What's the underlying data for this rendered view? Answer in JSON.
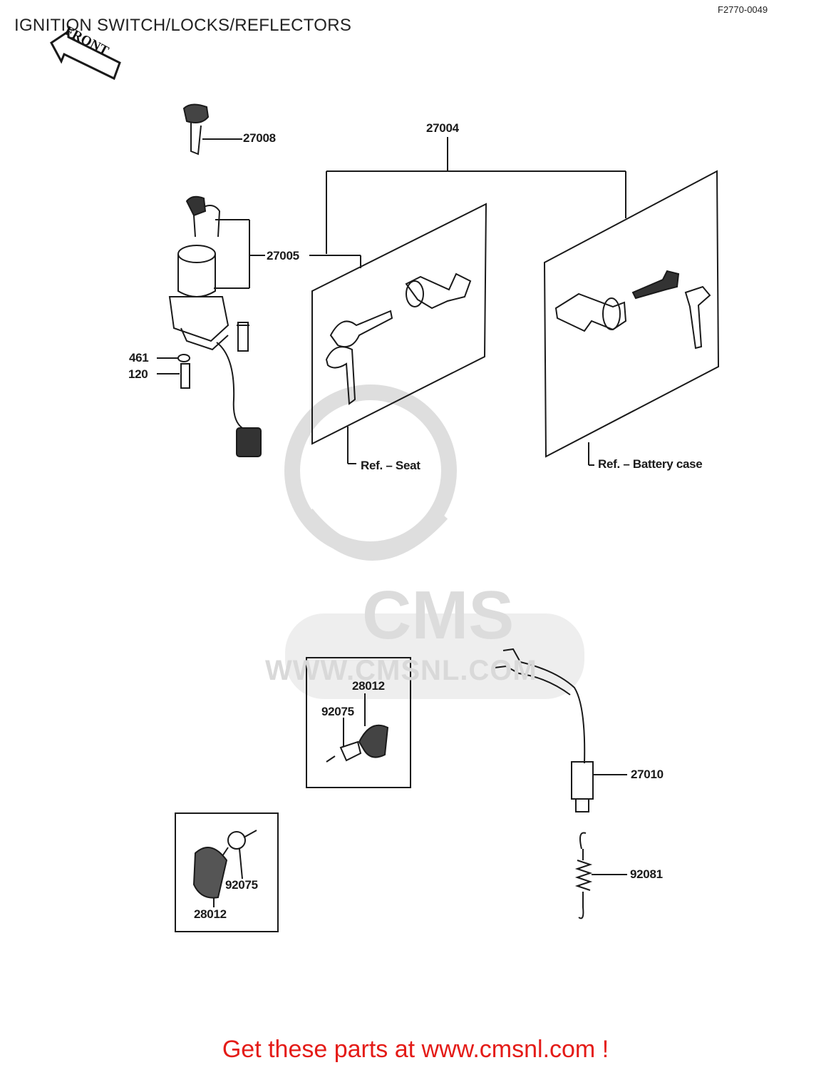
{
  "title": "IGNITION SWITCH/LOCKS/REFLECTORS",
  "figure_code": "F2770-0049",
  "front_label": "FRONT",
  "watermark": {
    "brand": "CMS",
    "url": "WWW.CMSNL.COM"
  },
  "callouts": {
    "p27008": "27008",
    "p27004": "27004",
    "p27005": "27005",
    "p461": "461",
    "p120": "120",
    "ref_seat": "Ref. – Seat",
    "ref_battery": "Ref. – Battery case",
    "p28012_a": "28012",
    "p92075_a": "92075",
    "p27010": "27010",
    "p92081": "92081",
    "p92075_b": "92075",
    "p28012_b": "28012"
  },
  "footer": "Get these parts at www.cmsnl.com !",
  "colors": {
    "footer": "#e41b17",
    "line": "#1a1a1a",
    "watermark": "#d9d9d9"
  }
}
